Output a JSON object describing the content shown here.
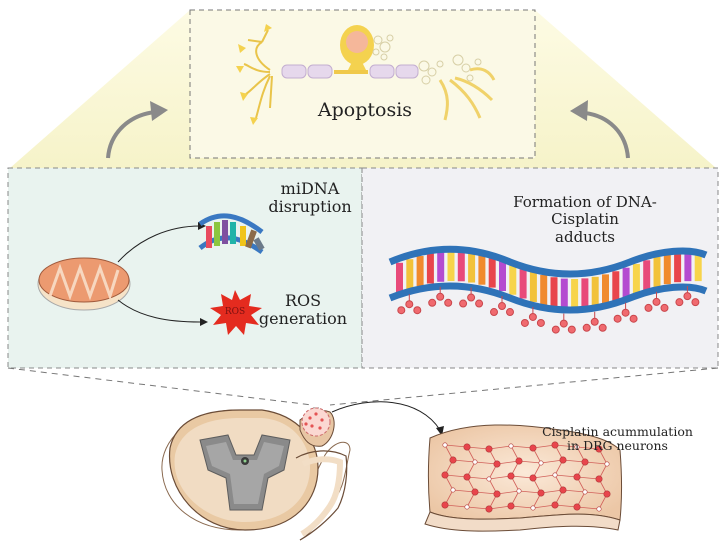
{
  "labels": {
    "apoptosis": "Apoptosis",
    "midna_line1": "miDNA",
    "midna_line2": "disruption",
    "ros_badge": "ROS",
    "ros_line1": "ROS",
    "ros_line2": "generation",
    "adducts_line1": "Formation of DNA-Cisplatin",
    "adducts_line2": "adducts",
    "cis_line1": "Cisplatin acummulation",
    "cis_line2": "in DRG neurons"
  },
  "colors": {
    "left_panel": "#e9f3ef",
    "right_panel": "#f1f1f4",
    "top_fan": "#fbf9dd",
    "arrow_gray": "#8a8a8a",
    "helix_blue": "#2f73b8",
    "cisplatin_red": "#e8454c"
  }
}
